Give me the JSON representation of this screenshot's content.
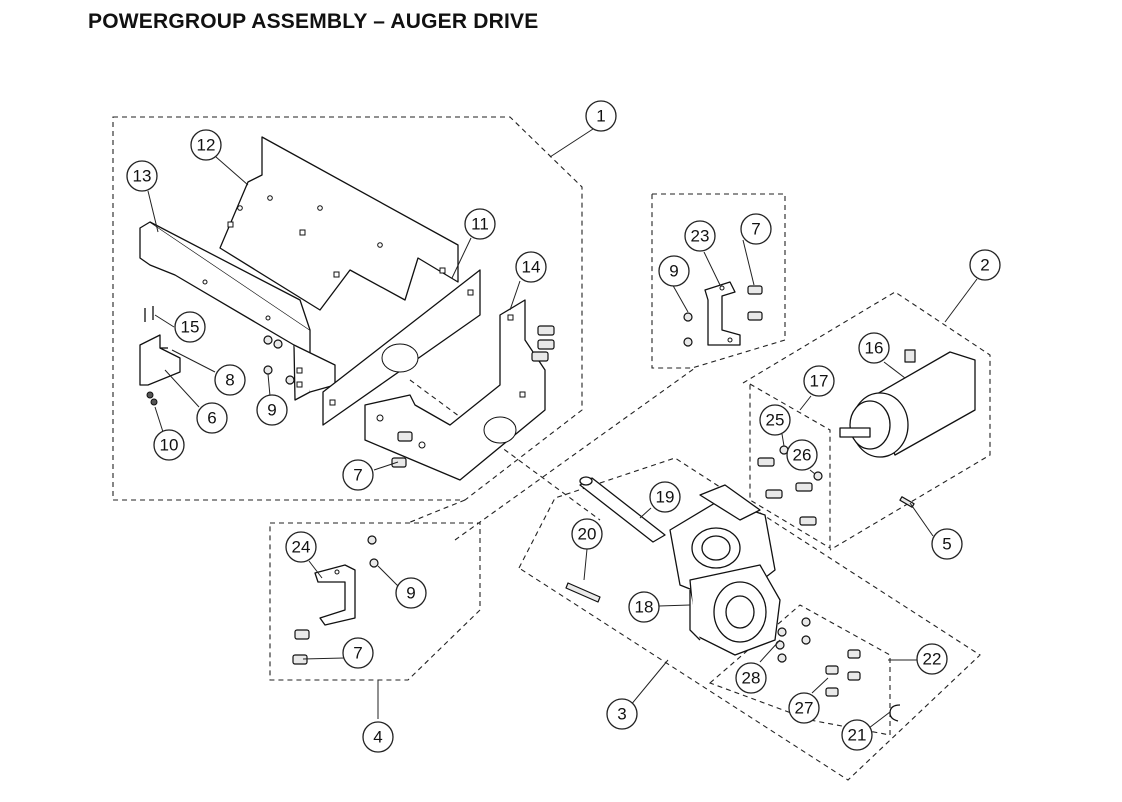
{
  "title": "POWERGROUP ASSEMBLY – AUGER DRIVE",
  "callouts": [
    {
      "id": "c1",
      "label": "1"
    },
    {
      "id": "c2",
      "label": "2"
    },
    {
      "id": "c3",
      "label": "3"
    },
    {
      "id": "c4",
      "label": "4"
    },
    {
      "id": "c5",
      "label": "5"
    },
    {
      "id": "c6",
      "label": "6"
    },
    {
      "id": "c7a",
      "label": "7"
    },
    {
      "id": "c7b",
      "label": "7"
    },
    {
      "id": "c7c",
      "label": "7"
    },
    {
      "id": "c8",
      "label": "8"
    },
    {
      "id": "c9a",
      "label": "9"
    },
    {
      "id": "c9b",
      "label": "9"
    },
    {
      "id": "c9c",
      "label": "9"
    },
    {
      "id": "c10",
      "label": "10"
    },
    {
      "id": "c11",
      "label": "11"
    },
    {
      "id": "c12",
      "label": "12"
    },
    {
      "id": "c13",
      "label": "13"
    },
    {
      "id": "c14",
      "label": "14"
    },
    {
      "id": "c15",
      "label": "15"
    },
    {
      "id": "c16",
      "label": "16"
    },
    {
      "id": "c17",
      "label": "17"
    },
    {
      "id": "c18",
      "label": "18"
    },
    {
      "id": "c19",
      "label": "19"
    },
    {
      "id": "c20",
      "label": "20"
    },
    {
      "id": "c21",
      "label": "21"
    },
    {
      "id": "c22",
      "label": "22"
    },
    {
      "id": "c23",
      "label": "23"
    },
    {
      "id": "c24",
      "label": "24"
    },
    {
      "id": "c25",
      "label": "25"
    },
    {
      "id": "c26",
      "label": "26"
    },
    {
      "id": "c27",
      "label": "27"
    },
    {
      "id": "c28",
      "label": "28"
    }
  ]
}
